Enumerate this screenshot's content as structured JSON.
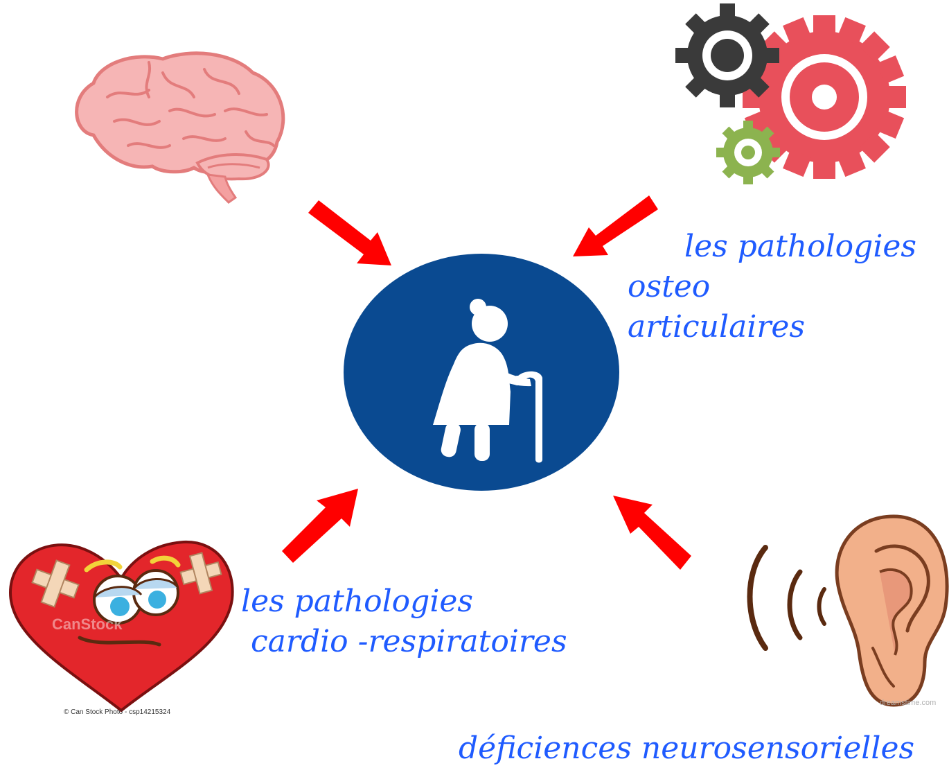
{
  "labels": {
    "osteo_line1": "les pathologies",
    "osteo_line2": "osteo",
    "osteo_line3": "articulaires",
    "cardio_line1": "les pathologies",
    "cardio_line2": "cardio -respiratoires",
    "neuro": "déficiences neurosensorielles"
  },
  "credits": {
    "heart_photo": "© Can Stock Photo - csp14215324",
    "heart_watermark": "CanStock",
    "ear_watermark": "dreamstime.com"
  },
  "icons": {
    "center": "elderly-person-icon",
    "top_left": "brain-icon",
    "top_right": "gears-icon",
    "bottom_left": "heart-icon",
    "bottom_right": "ear-icon"
  },
  "colors": {
    "label_text": "#1f5bff",
    "arrow": "#ff0000",
    "center_circle": "#0a4a91",
    "brain": "#f19a9a",
    "gear_large": "#e8505b",
    "gear_dark": "#3a3a3a",
    "gear_small": "#8cb34f",
    "heart": "#e3262b",
    "ear": "#f2b08a"
  }
}
